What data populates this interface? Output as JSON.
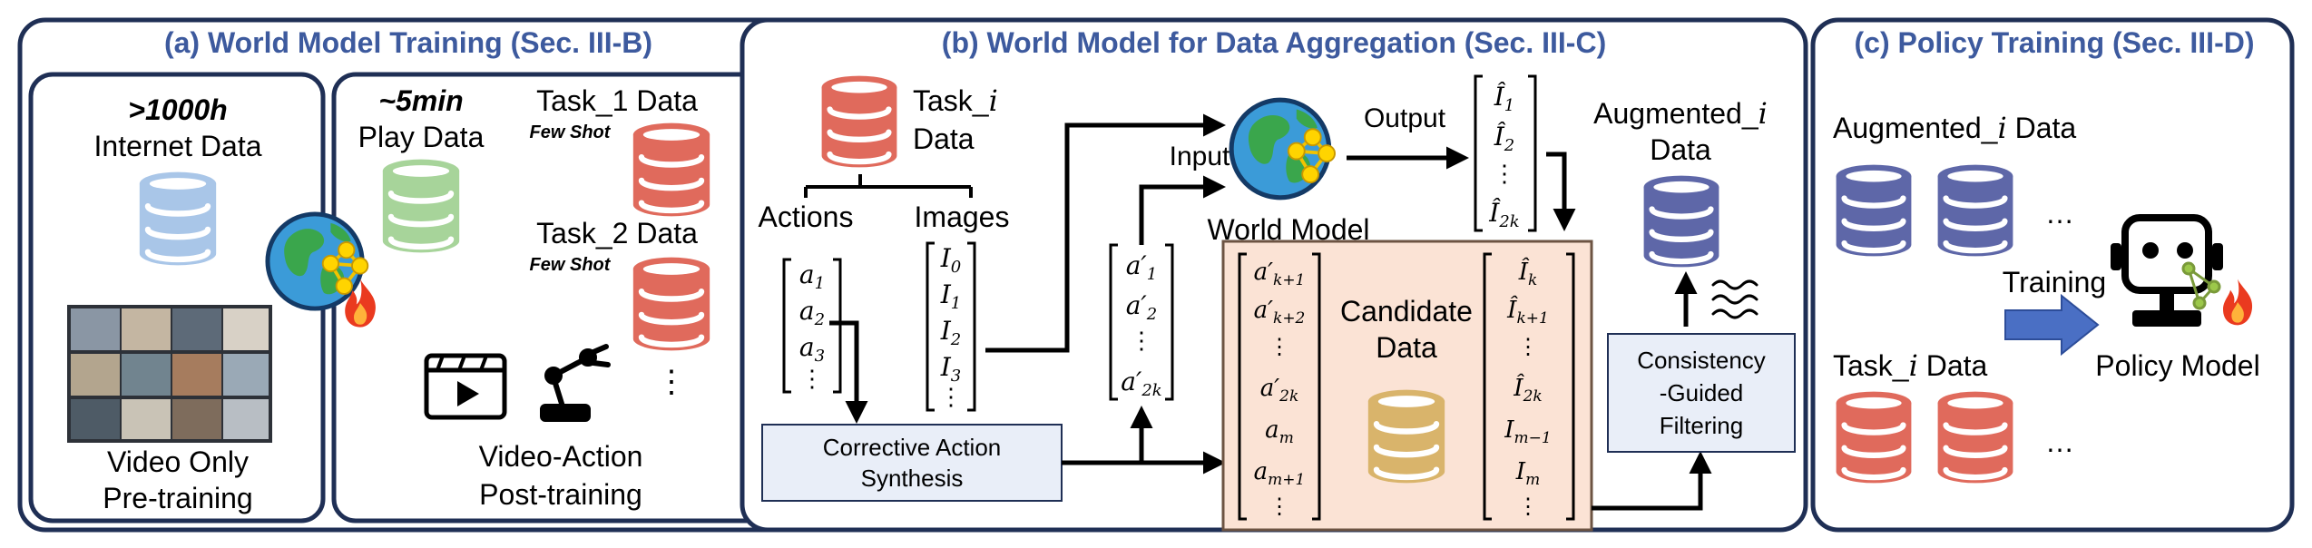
{
  "panels": {
    "a": {
      "title": "(a) World Model Training (Sec. III-B)",
      "internet_hours": ">1000h",
      "internet_label": "Internet Data",
      "video_only_line1": "Video Only",
      "video_only_line2": "Pre-training",
      "play_duration": "~5min",
      "play_label": "Play Data",
      "task1_label": "Task_1 Data",
      "task1_note": "Few Shot",
      "task2_label": "Task_2 Data",
      "task2_note": "Few Shot",
      "more_dots": "⋮",
      "video_action_line1": "Video-Action",
      "video_action_line2": "Post-training"
    },
    "b": {
      "title": "(b) World Model for Data Aggregation (Sec. III-C)",
      "task_i_line1": "Task_",
      "task_i_italic": "i",
      "task_i_line2": "Data",
      "actions_label": "Actions",
      "images_label": "Images",
      "input_label": "Input",
      "output_label": "Output",
      "world_model_label": "World Model",
      "augmented_line1": "Augmented_",
      "augmented_italic": "i",
      "augmented_line2": "Data",
      "corrective_line1": "Corrective Action",
      "corrective_line2": "Synthesis",
      "candidate_line1": "Candidate",
      "candidate_line2": "Data",
      "consistency_line1": "Consistency",
      "consistency_line2": "-Guided",
      "consistency_line3": "Filtering",
      "vdots": "⋮",
      "actions_vector": [
        "a1",
        "a2",
        "a3",
        "⋮"
      ],
      "images_vector": [
        "I0",
        "I1",
        "I2",
        "I3",
        "⋮"
      ],
      "primed_actions_vector": [
        "a′1",
        "a′2",
        "⋮",
        "a′2k"
      ],
      "output_vector": [
        "Î1",
        "Î2",
        "⋮",
        "Î2k"
      ],
      "candidate_left_vector": [
        "a′k+1",
        "a′k+2",
        "⋮",
        "a′2k",
        "am",
        "am+1",
        "⋮"
      ],
      "candidate_right_vector": [
        "Îk",
        "Îk+1",
        "⋮",
        "Î2k",
        "Im−1",
        "Im",
        "⋮"
      ]
    },
    "c": {
      "title": "(c) Policy Training (Sec. III-D)",
      "augmented_line": "Augmented_",
      "augmented_italic": "i",
      "augmented_suffix": " Data",
      "training_label": "Training",
      "task_i_line": "Task_",
      "task_i_italic": "i",
      "task_i_suffix": " Data",
      "policy_label": "Policy Model",
      "ellipsis": "…"
    }
  },
  "icons": [
    "database-icon",
    "globe-network-icon",
    "fire-icon",
    "video-clip-icon",
    "robot-arm-icon",
    "robot-head-icon",
    "waves-icon"
  ],
  "colors": {
    "panel_border": "#1f2f55",
    "title_blue": "#3d5a9e",
    "db_blue_light": "#a9c6e8",
    "db_green": "#a7d49a",
    "db_red": "#e06a5c",
    "db_purple": "#5e67a8",
    "db_gold": "#d9b46b",
    "candidate_fill": "#fbe3d5",
    "box_fill": "#e9eef8",
    "policy_arrow": "#4a6fc4"
  }
}
